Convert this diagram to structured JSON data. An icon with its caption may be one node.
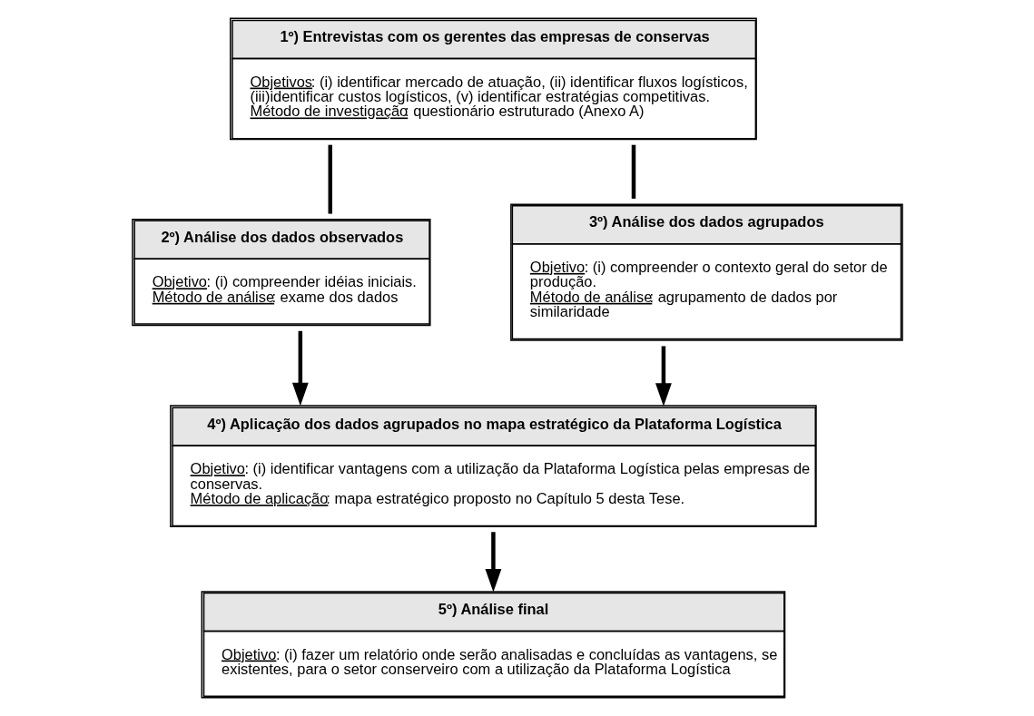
{
  "diagram": {
    "nodes": [
      {
        "text": [
          "1º) Entrevistas com os gerentes das empresas de conservas",
          "Objetivos: (i) identificar mercado de atuação, (ii) identificar fluxos logísticos, (iii)identificar custos logísticos, (v) identificar estratégias competitivas.",
          "Método de investigação: questionário estruturado (Anexo A)"
        ]
      },
      {
        "text": [
          "2º) Análise dos dados observados",
          "Objetivo: (i) compreender idéias iniciais.",
          "Método de análise: exame dos dados"
        ]
      },
      {
        "text": [
          "3º) Análise dos dados agrupados",
          "Objetivo: (i) compreender o contexto geral do setor de produção.",
          "Método de análise: agrupamento de dados por similaridade"
        ]
      },
      {
        "text": [
          "4º) Aplicação dos dados agrupados no mapa estratégico da Plataforma Logística",
          "Objetivo: (i) identificar vantagens com a utilização da Plataforma Logística pelas empresas de conservas.",
          "Método de aplicação: mapa estratégico proposto no Capítulo 5 desta Tese."
        ]
      },
      {
        "text": [
          "5º) Análise final",
          "Objetivo: (i) fazer um relatório onde serão analisadas e concluídas as vantagens, se existentes, para o setor conserveiro com a utilização da Plataforma Logística"
        ]
      }
    ],
    "edges": [
      {
        "from": 0,
        "to": 1,
        "arrow": "none"
      },
      {
        "from": 0,
        "to": 2,
        "arrow": "none"
      },
      {
        "from": 1,
        "to": 3,
        "arrow": "to"
      },
      {
        "from": 2,
        "to": 3,
        "arrow": "to"
      },
      {
        "from": 3,
        "to": 4,
        "arrow": "to"
      }
    ]
  }
}
